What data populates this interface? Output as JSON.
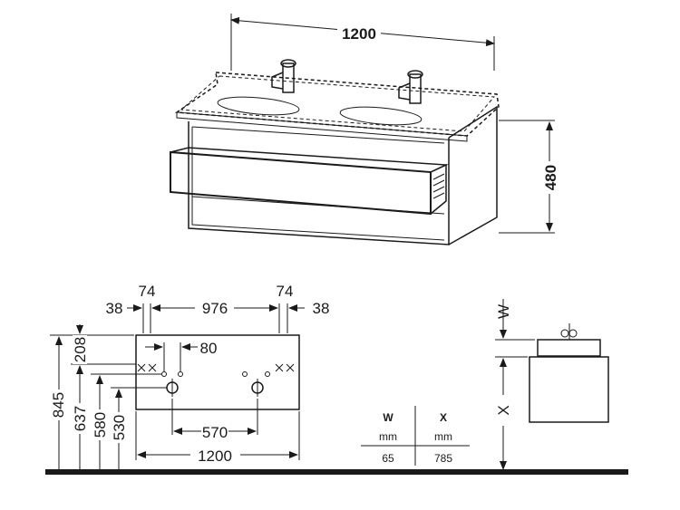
{
  "top_view": {
    "width_label": "1200",
    "height_label": "480"
  },
  "front_view": {
    "left_margin": "38",
    "left_offset": "74",
    "inner_width": "976",
    "right_offset": "74",
    "right_margin": "38",
    "small_offset": "80",
    "top_offset": "208",
    "height_845": "845",
    "height_637": "637",
    "height_580": "580",
    "height_530": "530",
    "hole_spacing": "570",
    "total_width": "1200"
  },
  "table": {
    "headers": [
      "W",
      "X"
    ],
    "units": [
      "mm",
      "mm"
    ],
    "values": [
      "65",
      "785"
    ]
  },
  "side_view": {
    "w_label": "W",
    "x_label": "X"
  }
}
